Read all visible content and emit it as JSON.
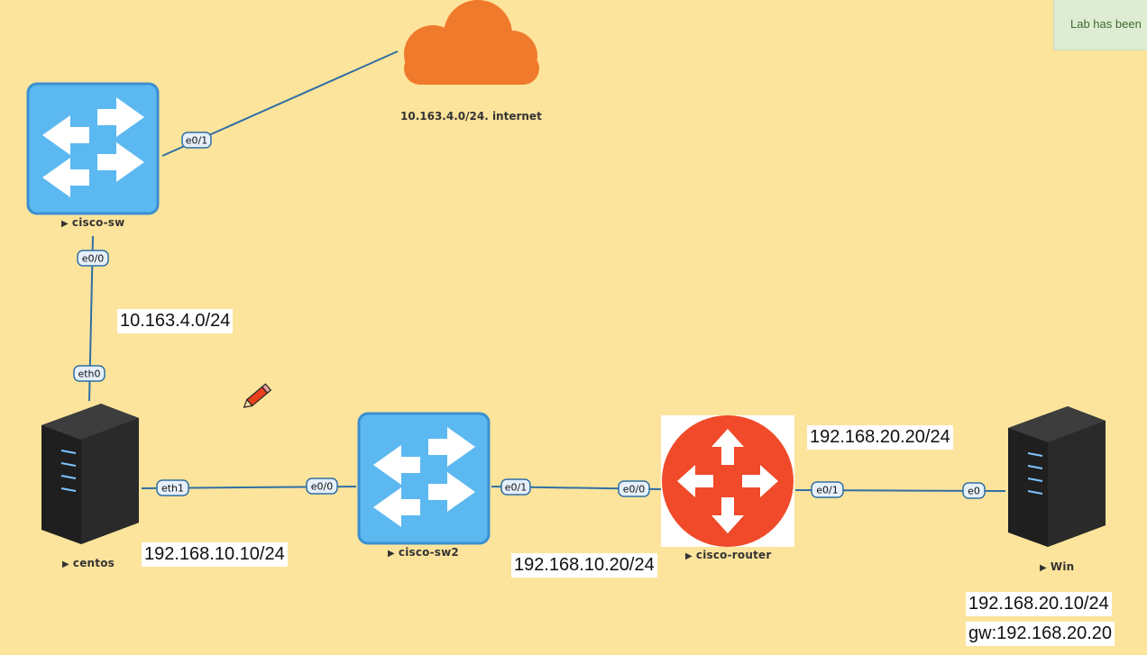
{
  "notification": {
    "text": "Lab has been"
  },
  "nodes": {
    "cisco_sw": {
      "label": "cisco-sw"
    },
    "cisco_sw2": {
      "label": "cisco-sw2"
    },
    "centos": {
      "label": "centos"
    },
    "cisco_router": {
      "label": "cisco-router"
    },
    "win": {
      "label": "Win"
    },
    "internet": {
      "label": "10.163.4.0/24. internet"
    }
  },
  "ports": {
    "sw_e01": "e0/1",
    "sw_e00": "e0/0",
    "centos_eth0": "eth0",
    "centos_eth1": "eth1",
    "sw2_e00": "e0/0",
    "sw2_e01": "e0/1",
    "router_e00": "e0/0",
    "router_e01": "e0/1",
    "win_e0": "e0"
  },
  "network_labels": {
    "mgmt": "10.163.4.0/24",
    "centos_ip": "192.168.10.10/24",
    "router_lan_ip": "192.168.10.20/24",
    "router_wan_ip": "192.168.20.20/24",
    "win_ip": "192.168.20.10/24",
    "win_gw": "gw:192.168.20.20"
  },
  "colors": {
    "background": "#fde49c",
    "link": "#2f6fa3",
    "switch": "#5cb8f0",
    "router": "#f04a2a",
    "cloud": "#f07a2c",
    "server": "#2b2b2b"
  }
}
